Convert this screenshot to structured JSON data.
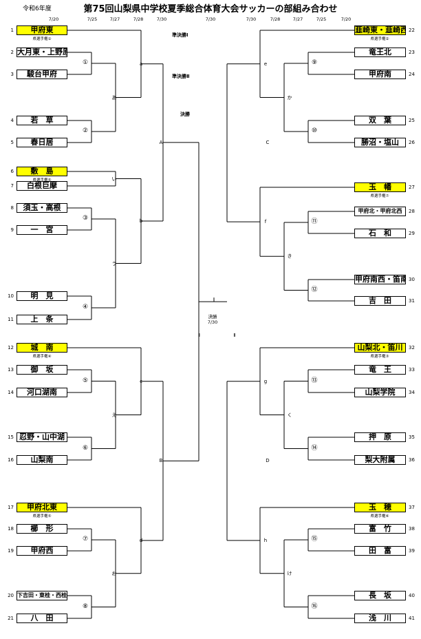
{
  "era": "令和6年度",
  "title": "第75回山梨県中学校夏季総合体育大会サッカーの部組み合わせ",
  "dates_left": [
    "7/20",
    "7/25",
    "7/27",
    "7/28",
    "7/30"
  ],
  "dates_center": "7/30",
  "dates_right": [
    "7/30",
    "7/28",
    "7/27",
    "7/25",
    "7/20"
  ],
  "stage_labels": {
    "semi1": "準決勝Ⅰ",
    "semi2": "準決勝Ⅱ",
    "final": "決勝"
  },
  "final_label": {
    "title": "決勝",
    "date": "7/30"
  },
  "center_labels": {
    "left": "Ⅰ",
    "right": "Ⅱ"
  },
  "left_teams": [
    {
      "no": "1",
      "name": "甲府東",
      "seed": "県選手権①"
    },
    {
      "no": "2",
      "name": "大月東・上野原"
    },
    {
      "no": "3",
      "name": "駿台甲府"
    },
    {
      "no": "4",
      "name": "若　草"
    },
    {
      "no": "5",
      "name": "春日居"
    },
    {
      "no": "6",
      "name": "敷　島",
      "seed": "県選手権⑤"
    },
    {
      "no": "7",
      "name": "白根巨摩"
    },
    {
      "no": "8",
      "name": "須玉・高根"
    },
    {
      "no": "9",
      "name": "一　宮"
    },
    {
      "no": "10",
      "name": "明　見"
    },
    {
      "no": "11",
      "name": "上　条"
    },
    {
      "no": "12",
      "name": "城　南",
      "seed": "県選手権④"
    },
    {
      "no": "13",
      "name": "御　坂"
    },
    {
      "no": "14",
      "name": "河口湖南"
    },
    {
      "no": "15",
      "name": "忍野・山中湖"
    },
    {
      "no": "16",
      "name": "山梨南"
    },
    {
      "no": "17",
      "name": "甲府北東",
      "seed": "県選手権⑤"
    },
    {
      "no": "18",
      "name": "櫛　形"
    },
    {
      "no": "19",
      "name": "甲府西"
    },
    {
      "no": "20",
      "name": "下吉田・東桂・西桂"
    },
    {
      "no": "21",
      "name": "八　田"
    }
  ],
  "right_teams": [
    {
      "no": "22",
      "name": "韮崎東・韮崎西",
      "seed": "県選手権②"
    },
    {
      "no": "23",
      "name": "竜王北"
    },
    {
      "no": "24",
      "name": "甲府南"
    },
    {
      "no": "25",
      "name": "双　葉"
    },
    {
      "no": "26",
      "name": "勝沼・塩山"
    },
    {
      "no": "27",
      "name": "玉　幡",
      "seed": "県選手権⑦"
    },
    {
      "no": "28",
      "name": "甲府北・甲府北西"
    },
    {
      "no": "29",
      "name": "石　和"
    },
    {
      "no": "30",
      "name": "甲府南西・笛南"
    },
    {
      "no": "31",
      "name": "吉　田"
    },
    {
      "no": "32",
      "name": "山梨北・笛川",
      "seed": "県選手権③"
    },
    {
      "no": "33",
      "name": "竜　王"
    },
    {
      "no": "34",
      "name": "山梨学院"
    },
    {
      "no": "35",
      "name": "押　原"
    },
    {
      "no": "36",
      "name": "梨大附属"
    },
    {
      "no": "37",
      "name": "玉　穂",
      "seed": "県選手権⑥"
    },
    {
      "no": "38",
      "name": "富　竹"
    },
    {
      "no": "39",
      "name": "田　富"
    },
    {
      "no": "40",
      "name": "長　坂"
    },
    {
      "no": "41",
      "name": "浅　川"
    }
  ],
  "left_r1": [
    "①",
    "②",
    "③",
    "④",
    "⑤",
    "⑥",
    "⑦",
    "⑧"
  ],
  "right_r1": [
    "⑨",
    "⑩",
    "⑪",
    "⑫",
    "⑬",
    "⑭",
    "⑮",
    "⑯"
  ],
  "left_r2": [
    "あ",
    "い",
    "う",
    "え",
    "お"
  ],
  "right_r2": [
    "か",
    "き",
    "く",
    "け"
  ],
  "left_r3": [
    "a",
    "b",
    "c",
    "d"
  ],
  "right_r3": [
    "e",
    "f",
    "g",
    "h"
  ],
  "left_r4": [
    "A",
    "B"
  ],
  "right_r4": [
    "C",
    "D"
  ]
}
